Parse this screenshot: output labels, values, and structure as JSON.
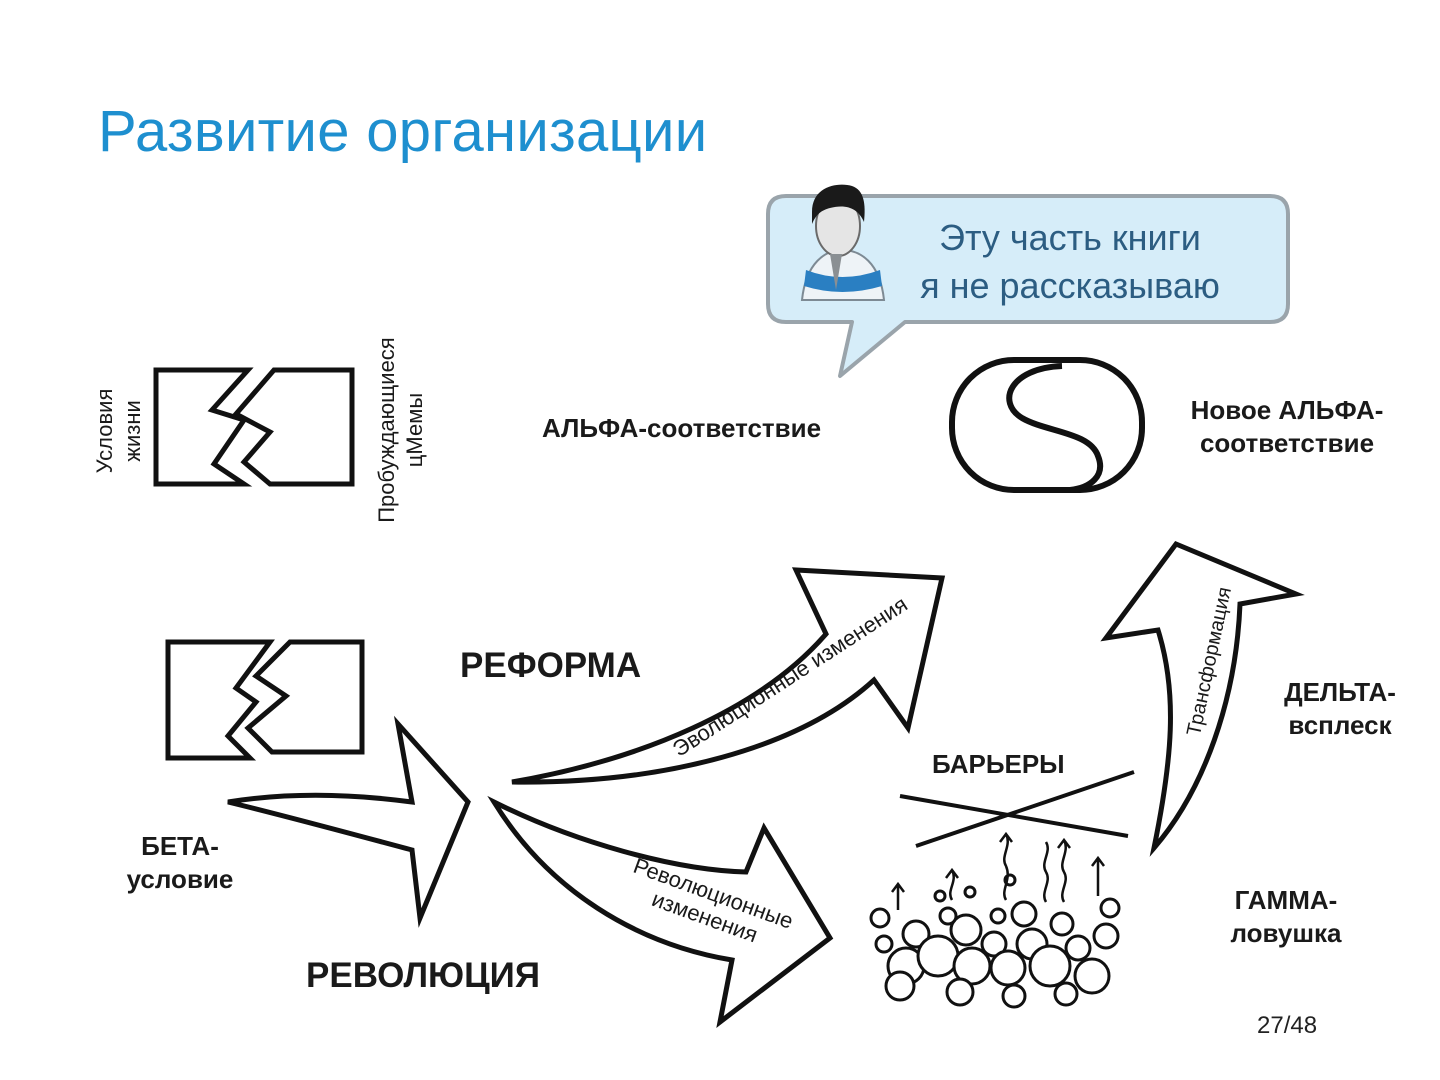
{
  "slide": {
    "title": "Развитие организации",
    "page_current": "27",
    "page_total": "48",
    "accent_color": "#1e8fcf"
  },
  "callout": {
    "line1": "Эту часть книги",
    "line2": "я не рассказываю",
    "avatar_icon": "person-icon",
    "bubble_fill": "#d6edf9"
  },
  "labels": {
    "life_conditions_line1": "Условия",
    "life_conditions_line2": "жизни",
    "awakening_line1": "Пробуждающиеся",
    "awakening_line2": "цМемы",
    "alpha_fit": "АЛЬФА-соответствие",
    "new_alpha_line1": "Новое АЛЬФА-",
    "new_alpha_line2": "соответствие",
    "reform": "РЕФОРМА",
    "evolutionary_changes": "Эволюционные изменения",
    "beta_line1": "БЕТА-",
    "beta_line2": "условие",
    "revolution": "РЕВОЛЮЦИЯ",
    "revolutionary_line1": "Революционные",
    "revolutionary_line2": "изменения",
    "barriers": "БАРЬЕРЫ",
    "transformation": "Трансформация",
    "delta_line1": "ДЕЛЬТА-",
    "delta_line2": "всплеск",
    "gamma_line1": "ГАММА-",
    "gamma_line2": "ловушка"
  }
}
